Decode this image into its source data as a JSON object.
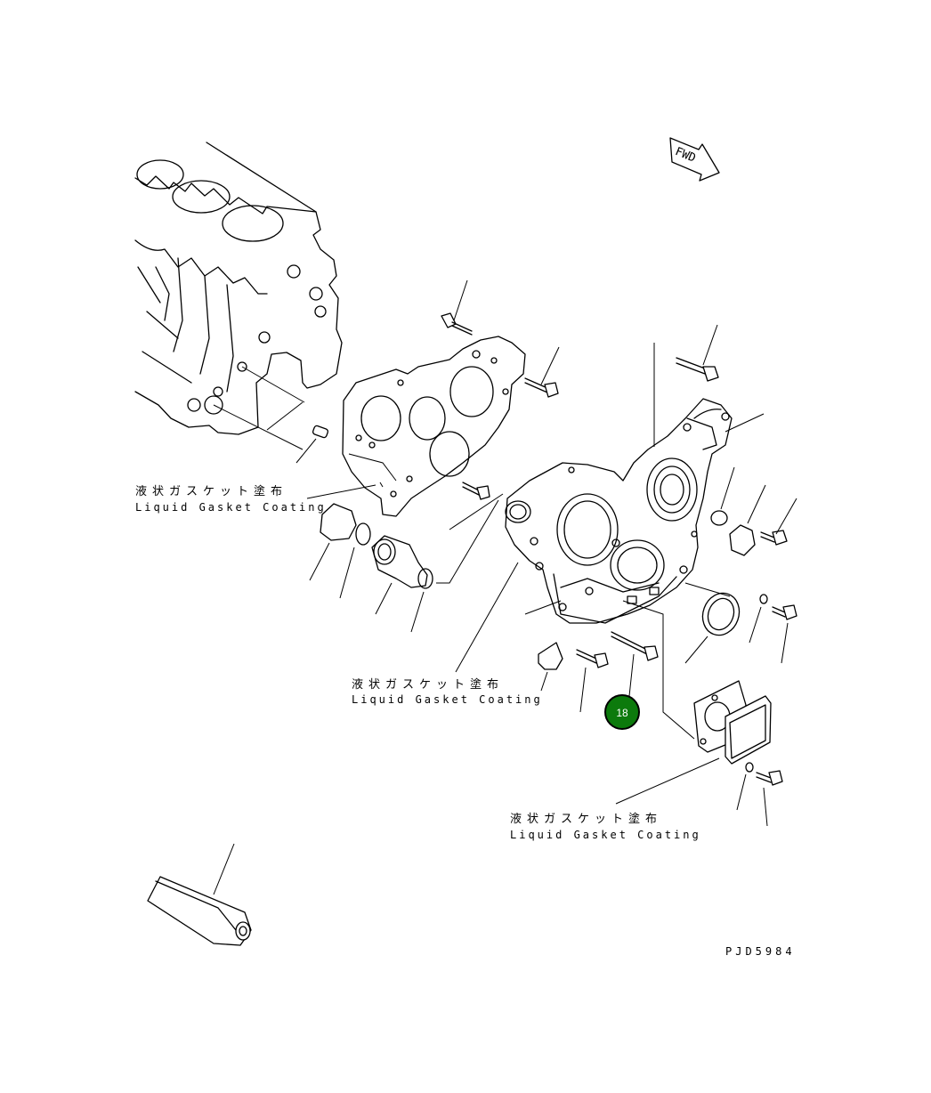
{
  "fwd_label": "FWD",
  "notes": [
    {
      "jp": "液状ガスケット塗布",
      "en": "Liquid Gasket Coating"
    },
    {
      "jp": "液状ガスケット塗布",
      "en": "Liquid Gasket Coating"
    },
    {
      "jp": "液状ガスケット塗布",
      "en": "Liquid Gasket Coating"
    }
  ],
  "hotspot": {
    "label": "18",
    "color": "#0c7a0c"
  },
  "drawing_code": "PJD5984"
}
